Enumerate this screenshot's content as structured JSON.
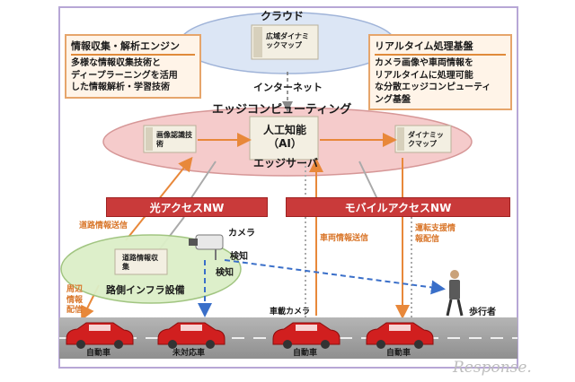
{
  "cloud": {
    "title": "クラウド",
    "server_label": "広域ダイナミックマップ",
    "internet_label": "インターネット"
  },
  "edge": {
    "title": "エッジコンピューティング",
    "image_recognition": "画像認識技術",
    "ai_label": "人工知能（AI）",
    "dynamic_map": "ダイナミックマップ",
    "server_label": "エッジサーバ"
  },
  "callout_left": {
    "title": "情報収集・解析エンジン",
    "lines": [
      "多様な情報収集技術と",
      "ディープラーニングを活用",
      "した情報解析・学習技術"
    ]
  },
  "callout_right": {
    "title": "リアルタイム処理基盤",
    "lines": [
      "カメラ画像や車両情報を",
      "リアルタイムに処理可能",
      "な分散エッジコンピューティ",
      "ング基盤"
    ]
  },
  "networks": {
    "optical": "光アクセスNW",
    "mobile": "モバイルアクセスNW"
  },
  "labels": {
    "road_info_send": "道路情報送信",
    "vehicle_info_send": "車両情報送信",
    "driving_support": "運転支援情報配信",
    "surrounding_info": "周辺情報配信",
    "camera": "カメラ",
    "detect1": "検知",
    "detect2": "検知",
    "road_info_collect": "道路情報収集",
    "roadside_infra": "路側インフラ設備",
    "onboard_camera": "車載カメラ",
    "pedestrian": "歩行者"
  },
  "cars": [
    "自動車",
    "未対応車",
    "自動車",
    "自動車"
  ],
  "watermark": "Response.",
  "colors": {
    "frame": "#b7a7d6",
    "network_bar": "#c93a3a",
    "ellipse_pink": "#f4c6c6",
    "ellipse_green": "#dcefc8",
    "arrow_orange": "#e8883a",
    "arrow_blue": "#3a6fc9",
    "road": "#9a9a9a",
    "car": "#d11f1f"
  }
}
